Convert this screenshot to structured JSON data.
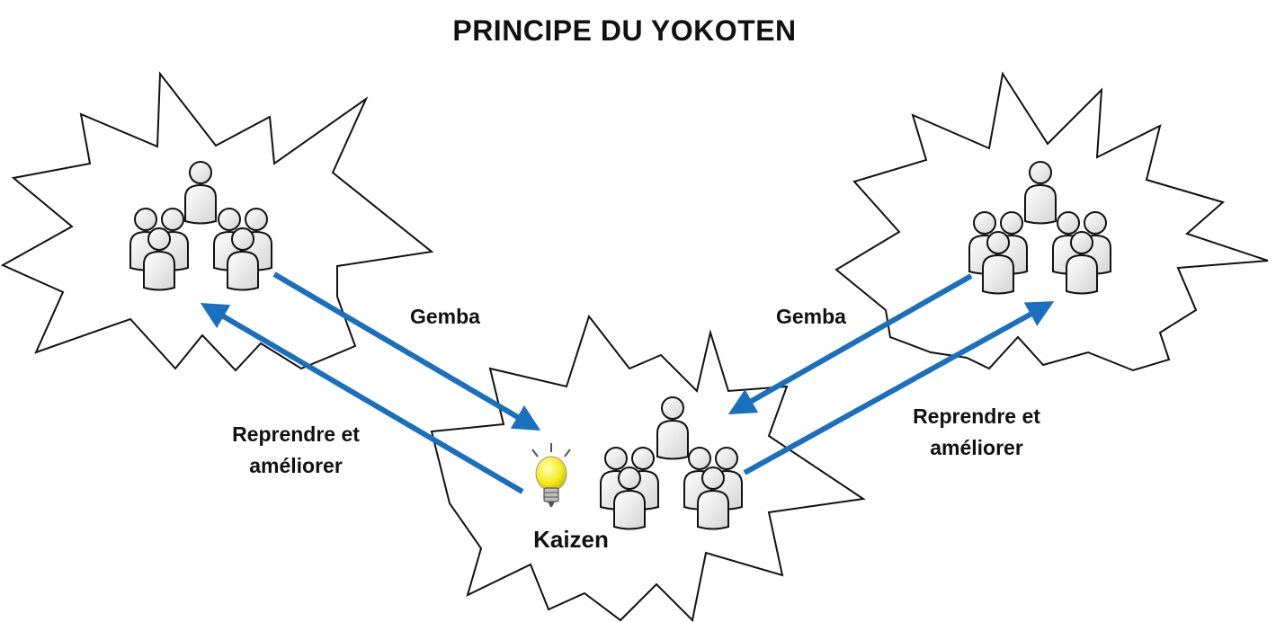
{
  "title": "PRINCIPE DU YOKOTEN",
  "labels": {
    "gemba_left": "Gemba",
    "gemba_right": "Gemba",
    "reprendre_left": [
      "Reprendre et",
      "améliorer"
    ],
    "reprendre_right": [
      "Reprendre et",
      "améliorer"
    ],
    "kaizen": "Kaizen"
  },
  "colors": {
    "arrow": "#1a6fbf",
    "bulb": "#f4ea1a",
    "person_fill": "#ececec",
    "outline": "#111111"
  },
  "icons": [
    "explosion-shape",
    "person-group-icon",
    "lightbulb-icon",
    "arrow"
  ]
}
